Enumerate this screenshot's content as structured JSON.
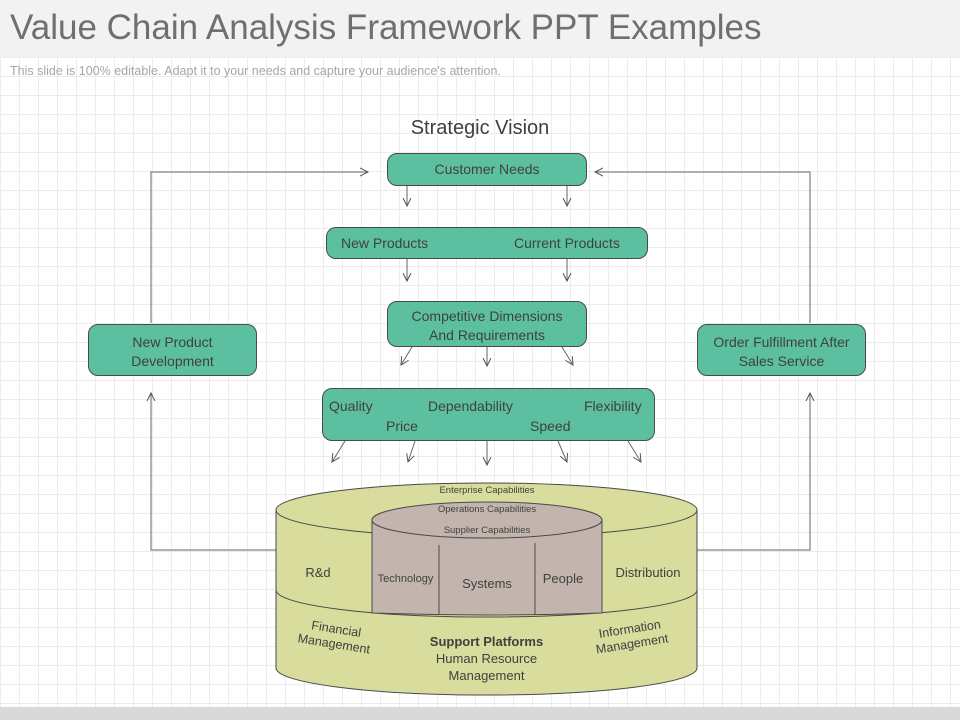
{
  "header": {
    "title": "Value Chain Analysis Framework PPT Examples",
    "subtitle": "This slide is 100% editable. Adapt it to your needs and capture your audience's attention."
  },
  "diagram": {
    "heading": "Strategic Vision",
    "customer_needs": "Customer Needs",
    "new_products": "New Products",
    "current_products": "Current Products",
    "competitive": [
      "Competitive Dimensions",
      "And Requirements"
    ],
    "new_product_development": [
      "New Product",
      "Development"
    ],
    "order_fulfillment": [
      "Order Fulfillment  After",
      "Sales Service"
    ],
    "dimensions": {
      "quality": "Quality",
      "dependability": "Dependability",
      "flexibility": "Flexibility",
      "price": "Price",
      "speed": "Speed"
    },
    "cylinder": {
      "enterprise": "Enterprise Capabilities",
      "operations": "Operations Capabilities",
      "supplier": "Supplier Capabilities",
      "rnd": "R&d",
      "technology": "Technology",
      "systems": "Systems",
      "people": "People",
      "distribution": "Distribution",
      "financial": [
        "Financial",
        "Management"
      ],
      "support_title": "Support Platforms",
      "support_lines": [
        "Human Resource",
        "Management"
      ],
      "information": [
        "Information",
        "Management"
      ]
    },
    "colors": {
      "box": "#5cc0a0",
      "outer_cylinder": "#d8dc9c",
      "inner_cylinder": "#c3b5ad"
    }
  }
}
